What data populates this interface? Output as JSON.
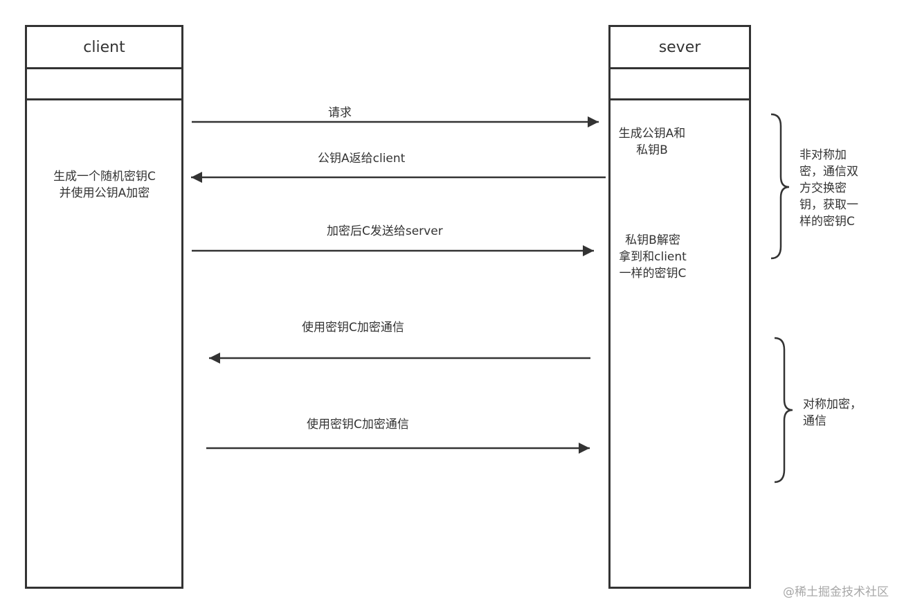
{
  "lanes": {
    "client": {
      "title": "client"
    },
    "server": {
      "title": "sever"
    }
  },
  "client_notes": {
    "line1": "生成一个随机密钥C",
    "line2": "并使用公钥A加密"
  },
  "server_notes": {
    "gen_line1": "生成公钥A和",
    "gen_line2": "私钥B",
    "dec_line1": "私钥B解密",
    "dec_line2": "拿到和client",
    "dec_line3": "一样的密钥C"
  },
  "messages": [
    {
      "label": "请求",
      "direction": "client-to-server"
    },
    {
      "label": "公钥A返给client",
      "direction": "server-to-client"
    },
    {
      "label": "加密后C发送给server",
      "direction": "client-to-server"
    },
    {
      "label": "使用密钥C加密通信",
      "direction": "server-to-client"
    },
    {
      "label": "使用密钥C加密通信",
      "direction": "client-to-server"
    }
  ],
  "braces": {
    "asymmetric": {
      "line1": "非对称加",
      "line2": "密，通信双",
      "line3": "方交换密",
      "line4": "钥，获取一",
      "line5": "样的密钥C"
    },
    "symmetric": {
      "line1": "对称加密，",
      "line2": "通信"
    }
  },
  "watermark": "@稀土掘金技术社区"
}
